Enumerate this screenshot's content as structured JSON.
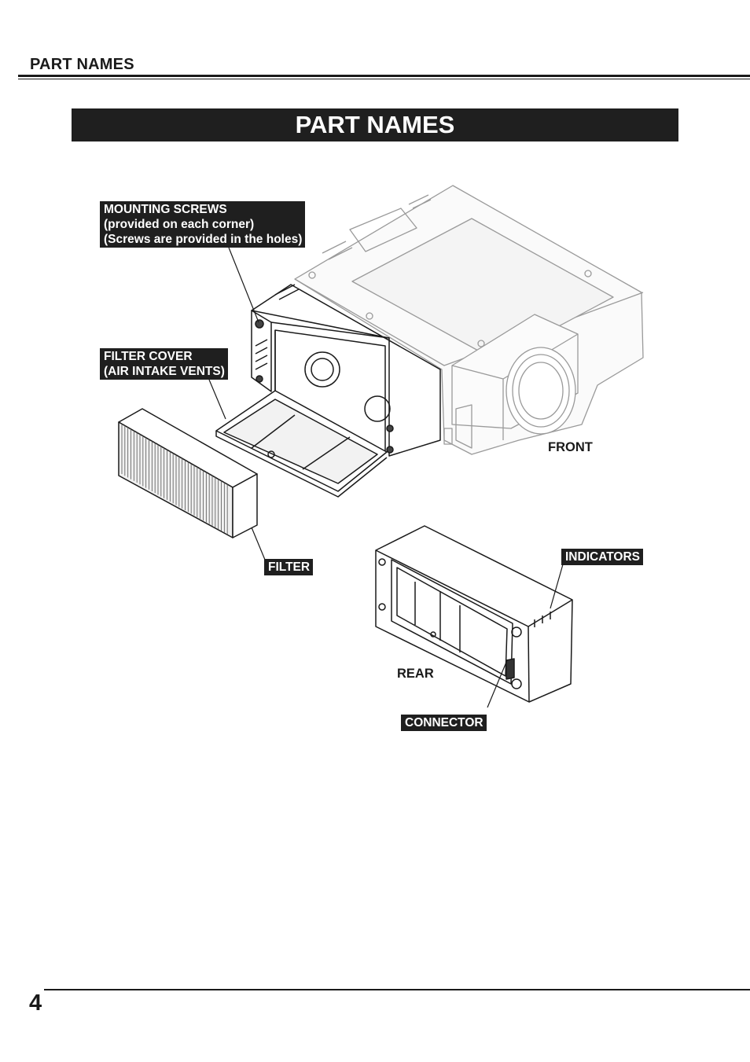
{
  "header": {
    "section_title": "PART NAMES"
  },
  "banner": {
    "title": "PART NAMES"
  },
  "labels": {
    "mounting_screws": [
      "MOUNTING SCREWS",
      "(provided on each corner)",
      "(Screws are provided in the holes)"
    ],
    "filter_cover": [
      "FILTER COVER",
      "(AIR INTAKE VENTS)"
    ],
    "filter": "FILTER",
    "front": "FRONT",
    "indicators": "INDICATORS",
    "rear": "REAR",
    "connector": "CONNECTOR"
  },
  "footer": {
    "page_number": "4"
  }
}
